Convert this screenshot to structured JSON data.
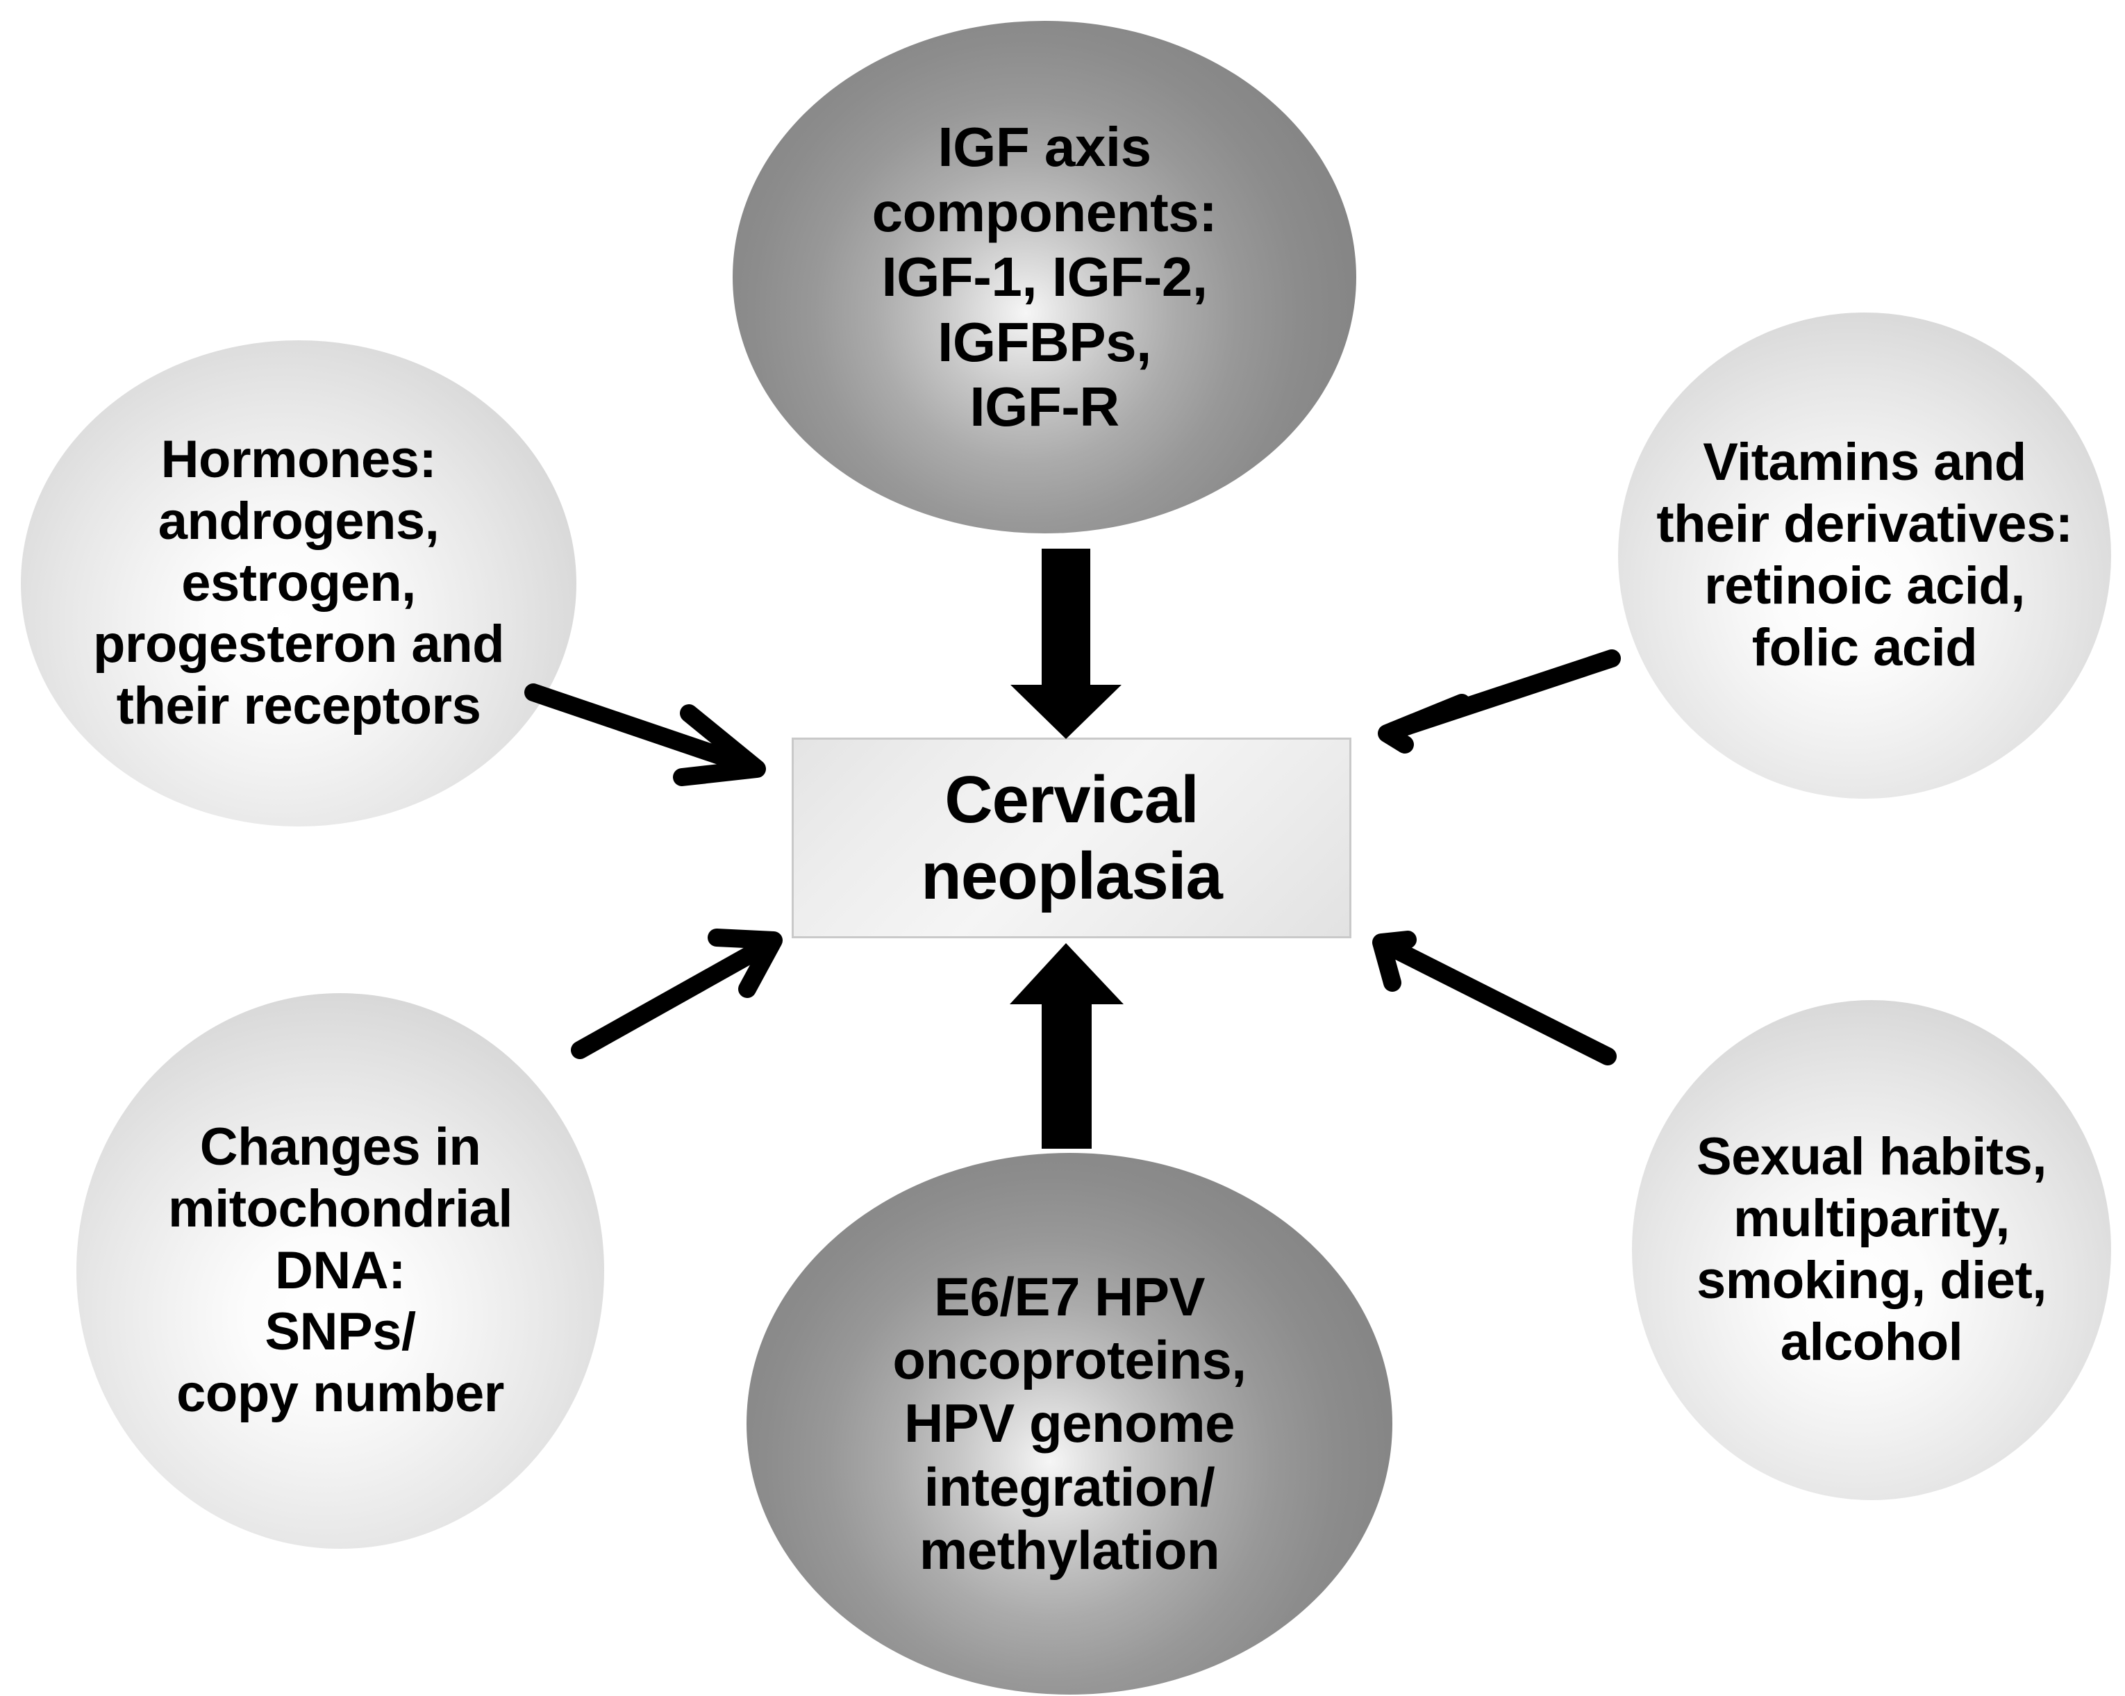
{
  "diagram": {
    "title": "Cervical neoplasia risk-factor diagram",
    "center": {
      "id": "cervical-neoplasia",
      "label": "Cervical\nneoplasia",
      "shape": "rectangle",
      "fill": "#efefef",
      "border": "#c9c9c9"
    },
    "nodes": [
      {
        "id": "igf-axis",
        "position": "top",
        "shape": "ellipse",
        "style": "dark",
        "fill": "#8c8c8c",
        "label": "IGF axis\ncomponents:\nIGF-1, IGF-2,\nIGFBPs,\nIGF-R"
      },
      {
        "id": "hormones",
        "position": "top-left",
        "shape": "ellipse",
        "style": "light",
        "fill": "#e0e0e0",
        "label": "Hormones:\nandrogens,\nestrogen,\nprogesteron and\ntheir receptors"
      },
      {
        "id": "vitamins",
        "position": "top-right",
        "shape": "ellipse",
        "style": "light",
        "fill": "#e0e0e0",
        "label": "Vitamins and\ntheir derivatives:\nretinoic acid,\nfolic acid"
      },
      {
        "id": "mitochondrial-dna",
        "position": "bottom-left",
        "shape": "ellipse",
        "style": "light",
        "fill": "#e0e0e0",
        "label": "Changes in\nmitochondrial\nDNA:\nSNPs/\ncopy number"
      },
      {
        "id": "hpv-oncoproteins",
        "position": "bottom",
        "shape": "ellipse",
        "style": "dark",
        "fill": "#8c8c8c",
        "label": "E6/E7 HPV\noncoproteins,\nHPV genome\nintegration/\nmethylation"
      },
      {
        "id": "lifestyle",
        "position": "bottom-right",
        "shape": "ellipse",
        "style": "light",
        "fill": "#e0e0e0",
        "label": "Sexual habits,\nmultiparity,\nsmoking, diet,\nalcohol"
      }
    ],
    "edges": [
      {
        "id": "igf-to-center",
        "from": "igf-axis",
        "to": "cervical-neoplasia",
        "style": "thick-block-arrow",
        "direction": "down",
        "color": "#000000"
      },
      {
        "id": "hormones-to-center",
        "from": "hormones",
        "to": "cervical-neoplasia",
        "style": "thin-line-arrow",
        "direction": "down-right",
        "color": "#000000"
      },
      {
        "id": "vitamins-to-center",
        "from": "vitamins",
        "to": "cervical-neoplasia",
        "style": "thin-line-arrow",
        "direction": "down-left",
        "color": "#000000"
      },
      {
        "id": "mtdna-to-center",
        "from": "mitochondrial-dna",
        "to": "cervical-neoplasia",
        "style": "thin-line-arrow",
        "direction": "up-right",
        "color": "#000000"
      },
      {
        "id": "hpv-to-center",
        "from": "hpv-oncoproteins",
        "to": "cervical-neoplasia",
        "style": "thick-block-arrow",
        "direction": "up",
        "color": "#000000"
      },
      {
        "id": "lifestyle-to-center",
        "from": "lifestyle",
        "to": "cervical-neoplasia",
        "style": "thin-line-arrow",
        "direction": "up-left",
        "color": "#000000"
      }
    ]
  }
}
